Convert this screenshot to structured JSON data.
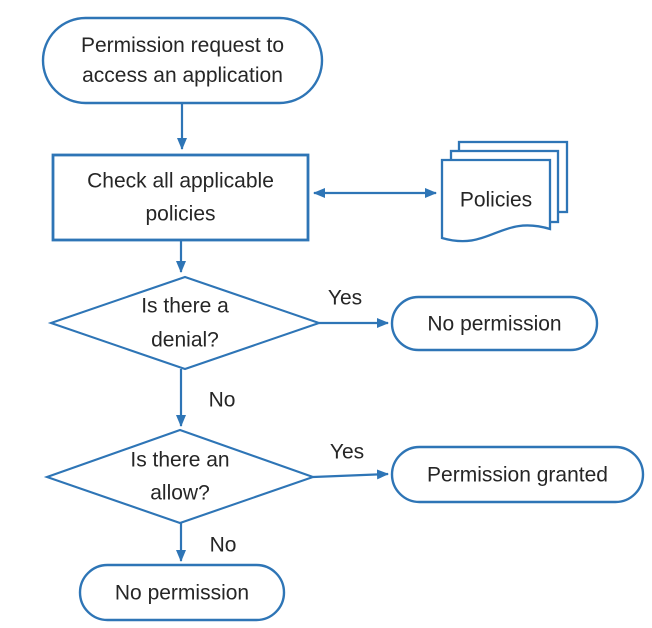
{
  "diagram": {
    "type": "flowchart",
    "colors": {
      "line": "#2E75B6",
      "denied_fill": "#FBE5D6",
      "granted_fill": "#E2EFDA",
      "text": "#262626"
    },
    "nodes": {
      "start": {
        "shape": "terminator",
        "line1": "Permission request to",
        "line2": "access an application"
      },
      "check_policies": {
        "shape": "process",
        "line1": "Check all applicable",
        "line2": "policies"
      },
      "policies_doc": {
        "shape": "multidocument",
        "label": "Policies"
      },
      "denial_decision": {
        "shape": "decision",
        "line1": "Is there a",
        "line2": "denial?"
      },
      "no_permission_top": {
        "shape": "terminator",
        "label": "No permission"
      },
      "allow_decision": {
        "shape": "decision",
        "line1": "Is there an",
        "line2": "allow?"
      },
      "permission_granted": {
        "shape": "terminator",
        "label": "Permission granted"
      },
      "no_permission_bottom": {
        "shape": "terminator",
        "label": "No permission"
      }
    },
    "edge_labels": {
      "denial_yes": "Yes",
      "denial_no": "No",
      "allow_yes": "Yes",
      "allow_no": "No"
    }
  }
}
